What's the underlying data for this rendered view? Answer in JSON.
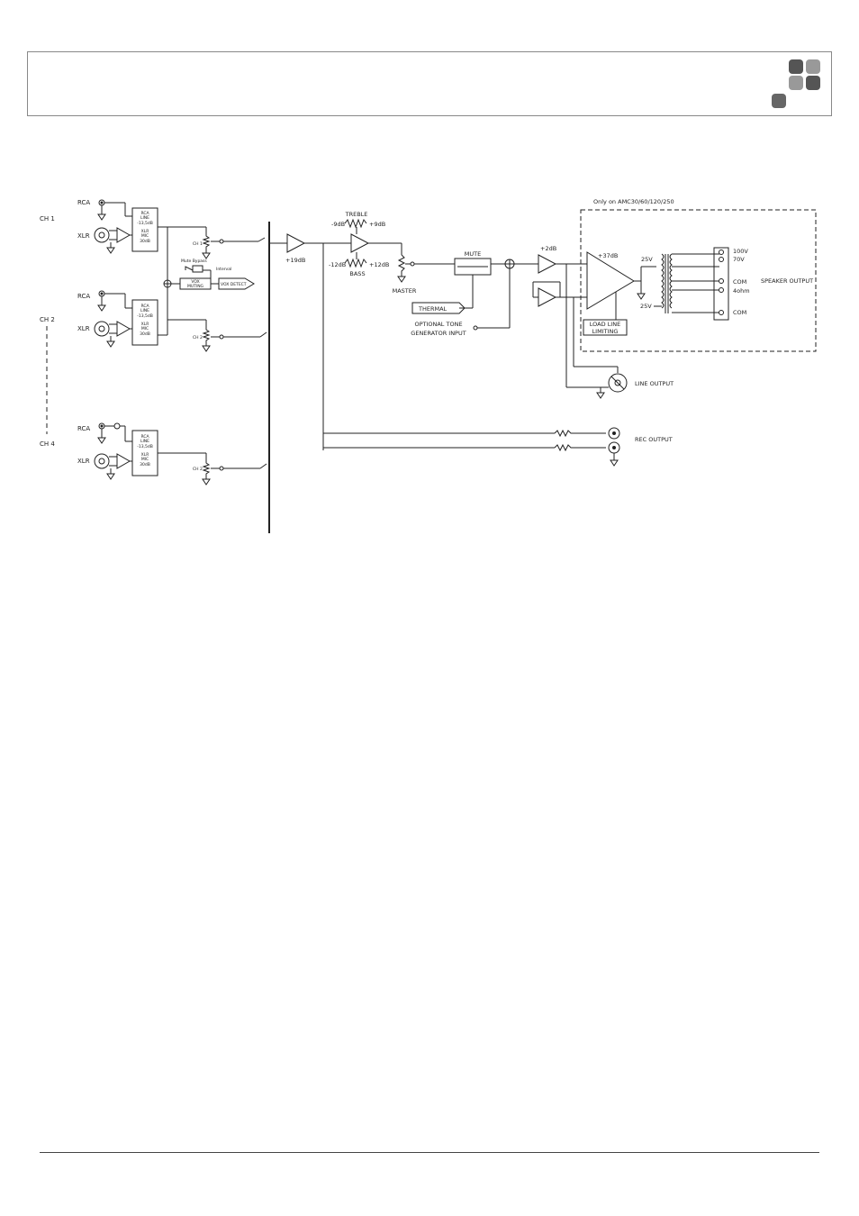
{
  "colors": {
    "logo_dark": "#555555",
    "logo_light": "#999999",
    "line": "#222222"
  },
  "channels": [
    {
      "label": "CH 1",
      "rca": "RCA",
      "xlr": "XLR",
      "pot": "CH 1"
    },
    {
      "label": "CH 2",
      "rca": "RCA",
      "xlr": "XLR",
      "pot": "CH 2"
    },
    {
      "label": "CH 4",
      "rca": "RCA",
      "xlr": "XLR",
      "pot": "CH 2"
    }
  ],
  "gain_box": {
    "l1": "RCA",
    "l2": "LINE",
    "l3": "-13,5dB",
    "l4": "XLR",
    "l5": "MIC",
    "l6": "30dB"
  },
  "gain_box_ch4": {
    "l3": "-13,5dB"
  },
  "vox": {
    "mute_bypass": "Mute Bypass",
    "interval": "Interval",
    "muting_1": "VOX",
    "muting_2": "MUTING",
    "detect": "VOX DETECT"
  },
  "gain_19": "+19dB",
  "tone": {
    "treble": "TREBLE",
    "treble_min": "-9dB",
    "treble_max": "+9dB",
    "bass": "BASS",
    "bass_min": "-12dB",
    "bass_max": "+12dB"
  },
  "master": "MASTER",
  "mute": "MUTE",
  "thermal": "THERMAL",
  "tone_gen_1": "OPTIONAL TONE",
  "tone_gen_2": "GENERATOR INPUT",
  "gain_2": "+2dB",
  "power_amp": {
    "note": "Only on AMC30/60/120/250",
    "gain": "+37dB",
    "v25a": "25V",
    "v25b": "25V",
    "load_1": "LOAD LINE",
    "load_2": "LIMITING"
  },
  "speaker_terms": {
    "t1": "100V",
    "t2": "70V",
    "t3": "COM",
    "t4": "4ohm",
    "t5": "COM",
    "label": "SPEAKER OUTPUT"
  },
  "line_output": "LINE OUTPUT",
  "rec_output": "REC OUTPUT"
}
